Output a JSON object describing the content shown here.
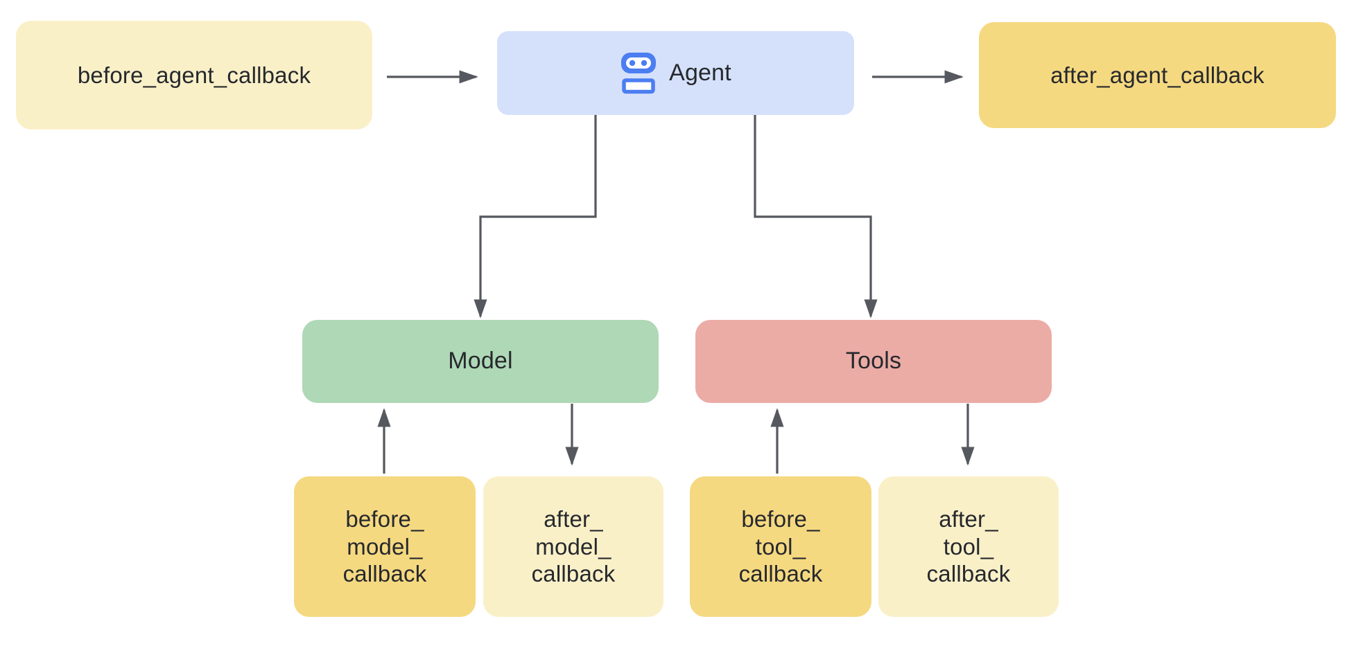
{
  "diagram": {
    "background": "#FFFFFF",
    "arrow_color": "#55585E",
    "text_color": "#26282D",
    "colors": {
      "cream": "#FAF0C8",
      "gold": "#F5D981",
      "agent_blue": "#D5E1FB",
      "robot_blue": "#4C7EF1",
      "model_green": "#AFD8B6",
      "tools_pink": "#ECACA6"
    },
    "nodes": {
      "before_agent": {
        "label": "before_agent_callback",
        "bg": "#FAF0C8"
      },
      "agent": {
        "label": "Agent",
        "bg": "#D5E1FB",
        "icon": "robot-icon",
        "icon_color": "#4C7EF1"
      },
      "after_agent": {
        "label": "after_agent_callback",
        "bg": "#F5D981"
      },
      "model": {
        "label": "Model",
        "bg": "#AFD8B6"
      },
      "tools": {
        "label": "Tools",
        "bg": "#ECACA6"
      },
      "before_model": {
        "label": "before_\nmodel_\ncallback",
        "bg": "#F5D981"
      },
      "after_model": {
        "label": "after_\nmodel_\ncallback",
        "bg": "#FAF0C8"
      },
      "before_tool": {
        "label": "before_\ntool_\ncallback",
        "bg": "#F5D981"
      },
      "after_tool": {
        "label": "after_\ntool_\ncallback",
        "bg": "#FAF0C8"
      }
    },
    "edges": [
      {
        "from": "before_agent_callback",
        "to": "Agent"
      },
      {
        "from": "Agent",
        "to": "after_agent_callback"
      },
      {
        "from": "Agent",
        "to": "Model"
      },
      {
        "from": "Agent",
        "to": "Tools"
      },
      {
        "from": "before_model_callback",
        "to": "Model"
      },
      {
        "from": "Model",
        "to": "after_model_callback"
      },
      {
        "from": "before_tool_callback",
        "to": "Tools"
      },
      {
        "from": "Tools",
        "to": "after_tool_callback"
      }
    ]
  }
}
